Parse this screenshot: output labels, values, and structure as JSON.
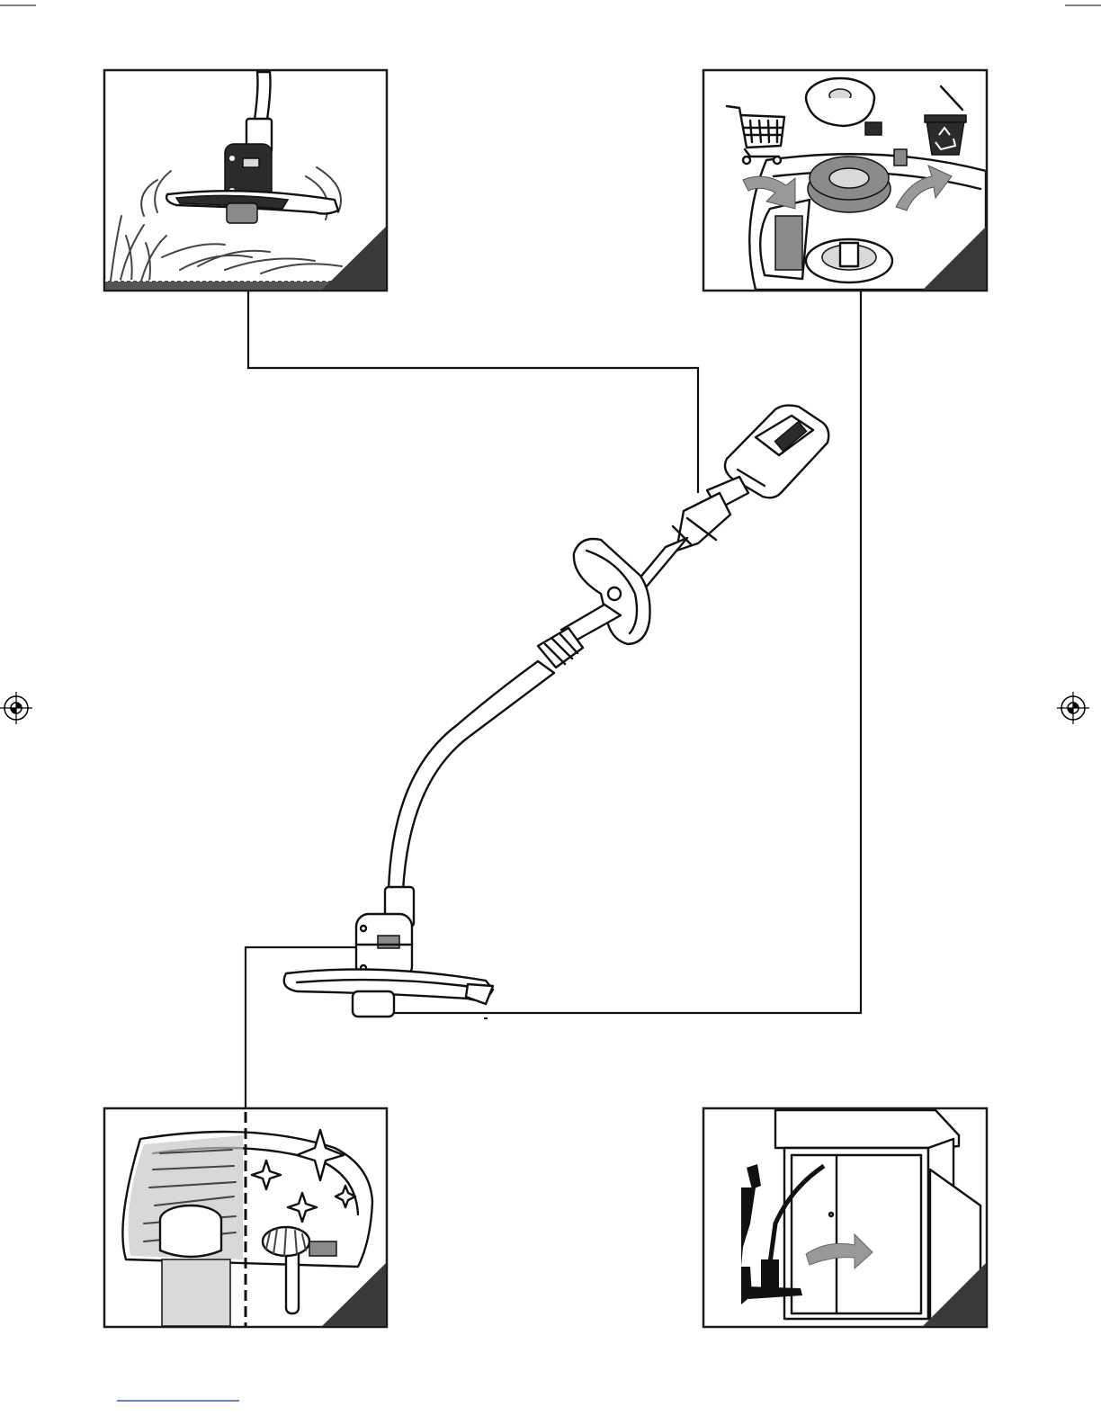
{
  "figure": {
    "panels": [
      {
        "id": "panel-cutting",
        "depicts": "trimmer-head-cutting-grass"
      },
      {
        "id": "panel-spool-replacement",
        "depicts": "spool-buy-replace-recycle"
      },
      {
        "id": "panel-cleaning",
        "depicts": "cleaning-guard-with-brush"
      },
      {
        "id": "panel-storage",
        "depicts": "storing-trimmer-in-cabinet"
      }
    ],
    "icons": [
      "shopping-cart-icon",
      "recycle-bin-icon",
      "registration-mark-icon",
      "sparkle-icon",
      "arrow-icon"
    ],
    "colors": {
      "line": "#111111",
      "tab": "#3a3a3a",
      "blue_footer_line": "#3355cc"
    }
  }
}
